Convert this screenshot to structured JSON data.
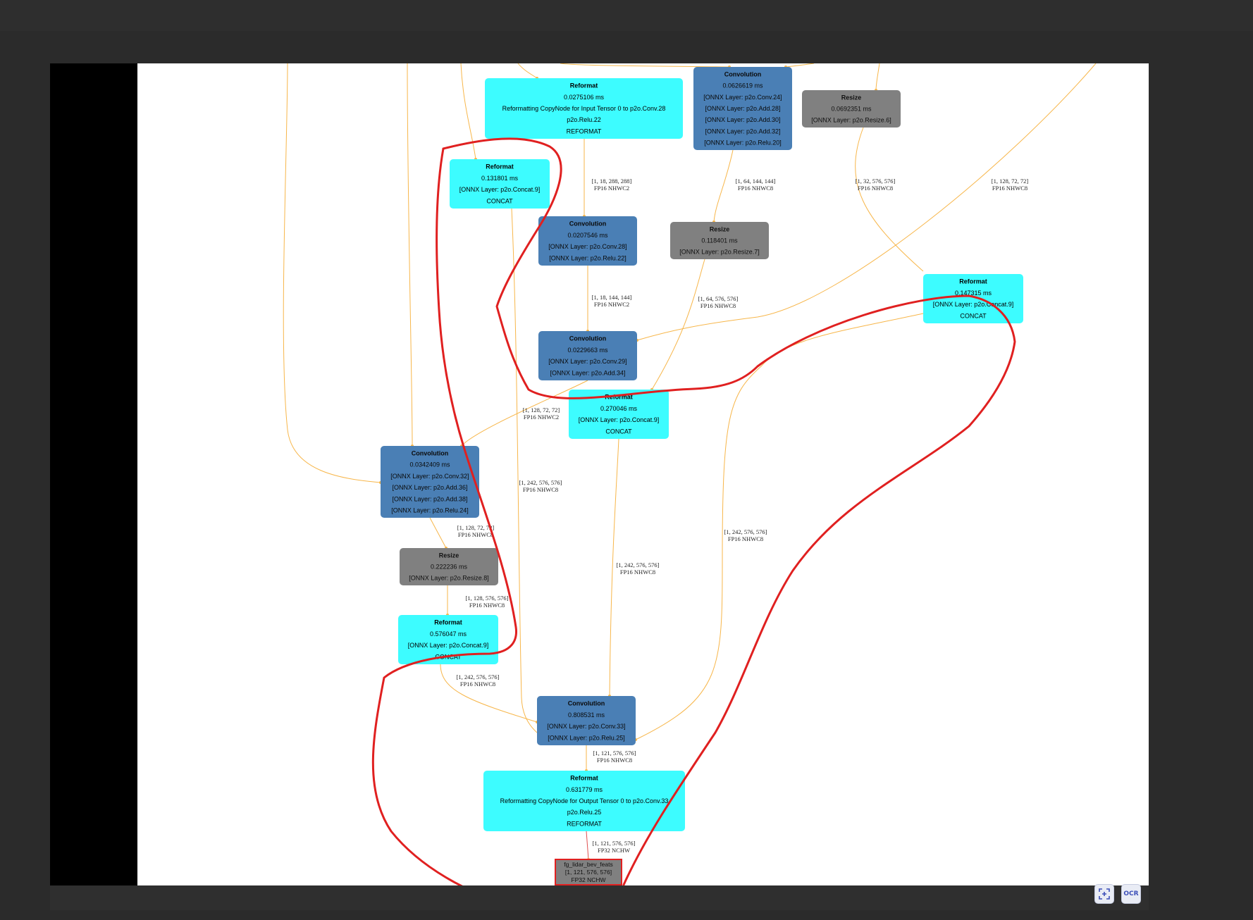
{
  "toolbar": {
    "scan_icon": "scan-icon",
    "ocr_label": "OCR"
  },
  "nodes": [
    {
      "name": "reformat-node-input",
      "title": "Reformat",
      "lines": [
        "0.0275106 ms",
        "Reformatting CopyNode for Input Tensor 0 to p2o.Conv.28",
        "p2o.Relu.22",
        "REFORMAT"
      ],
      "color": "#3dfcff"
    },
    {
      "name": "convolution-node-24",
      "title": "Convolution",
      "lines": [
        "0.0626619 ms",
        "[ONNX Layer: p2o.Conv.24]",
        "[ONNX Layer: p2o.Add.28]",
        "[ONNX Layer: p2o.Add.30]",
        "[ONNX Layer: p2o.Add.32]",
        "[ONNX Layer: p2o.Relu.20]"
      ],
      "color": "#4a7fb5"
    },
    {
      "name": "resize-node-6",
      "title": "Resize",
      "lines": [
        "0.0692351 ms",
        "[ONNX Layer: p2o.Resize.6]"
      ],
      "color": "#808080"
    },
    {
      "name": "reformat-node-concat-a",
      "title": "Reformat",
      "lines": [
        "0.131801 ms",
        "[ONNX Layer: p2o.Concat.9]",
        "CONCAT"
      ],
      "color": "#3dfcff"
    },
    {
      "name": "convolution-node-28",
      "title": "Convolution",
      "lines": [
        "0.0207546 ms",
        "[ONNX Layer: p2o.Conv.28]",
        "[ONNX Layer: p2o.Relu.22]"
      ],
      "color": "#4a7fb5"
    },
    {
      "name": "resize-node-7",
      "title": "Resize",
      "lines": [
        "0.118401 ms",
        "[ONNX Layer: p2o.Resize.7]"
      ],
      "color": "#808080"
    },
    {
      "name": "reformat-node-concat-b",
      "title": "Reformat",
      "lines": [
        "0.147315 ms",
        "[ONNX Layer: p2o.Concat.9]",
        "CONCAT"
      ],
      "color": "#3dfcff"
    },
    {
      "name": "convolution-node-29",
      "title": "Convolution",
      "lines": [
        "0.0229663 ms",
        "[ONNX Layer: p2o.Conv.29]",
        "[ONNX Layer: p2o.Add.34]"
      ],
      "color": "#4a7fb5"
    },
    {
      "name": "reformat-node-concat-c",
      "title": "Reformat",
      "lines": [
        "0.270046 ms",
        "[ONNX Layer: p2o.Concat.9]",
        "CONCAT"
      ],
      "color": "#3dfcff"
    },
    {
      "name": "convolution-node-32",
      "title": "Convolution",
      "lines": [
        "0.0342409 ms",
        "[ONNX Layer: p2o.Conv.32]",
        "[ONNX Layer: p2o.Add.36]",
        "[ONNX Layer: p2o.Add.38]",
        "[ONNX Layer: p2o.Relu.24]"
      ],
      "color": "#4a7fb5"
    },
    {
      "name": "resize-node-8",
      "title": "Resize",
      "lines": [
        "0.222236 ms",
        "[ONNX Layer: p2o.Resize.8]"
      ],
      "color": "#808080"
    },
    {
      "name": "reformat-node-concat-d",
      "title": "Reformat",
      "lines": [
        "0.576047 ms",
        "[ONNX Layer: p2o.Concat.9]",
        "CONCAT"
      ],
      "color": "#3dfcff"
    },
    {
      "name": "convolution-node-33",
      "title": "Convolution",
      "lines": [
        "0.808531 ms",
        "[ONNX Layer: p2o.Conv.33]",
        "[ONNX Layer: p2o.Relu.25]"
      ],
      "color": "#4a7fb5"
    },
    {
      "name": "reformat-node-output",
      "title": "Reformat",
      "lines": [
        "0.631779 ms",
        "Reformatting CopyNode for Output Tensor 0 to p2o.Conv.33",
        "p2o.Relu.25",
        "REFORMAT"
      ],
      "color": "#3dfcff"
    }
  ],
  "output_node": {
    "name": "output-tensor-node",
    "lines": [
      "fg_lidar_bev_feats",
      "[1, 121, 576, 576]",
      "FP32 NCHW"
    ],
    "color": "#808080",
    "border": "#e02020"
  },
  "edge_labels": [
    {
      "name": "edge-label-1",
      "lines": [
        "[1, 18, 288, 288]",
        "FP16 NHWC2"
      ]
    },
    {
      "name": "edge-label-2",
      "lines": [
        "[1, 64, 144, 144]",
        "FP16 NHWC8"
      ]
    },
    {
      "name": "edge-label-3",
      "lines": [
        "[1, 32, 576, 576]",
        "FP16 NHWC8"
      ]
    },
    {
      "name": "edge-label-4",
      "lines": [
        "[1, 128, 72, 72]",
        "FP16 NHWC8"
      ]
    },
    {
      "name": "edge-label-5",
      "lines": [
        "[1, 18, 144, 144]",
        "FP16 NHWC2"
      ]
    },
    {
      "name": "edge-label-6",
      "lines": [
        "[1, 64, 576, 576]",
        "FP16 NHWC8"
      ]
    },
    {
      "name": "edge-label-7",
      "lines": [
        "[1, 128, 72, 72]",
        "FP16 NHWC2"
      ]
    },
    {
      "name": "edge-label-8",
      "lines": [
        "[1, 242, 576, 576]",
        "FP16 NHWC8"
      ]
    },
    {
      "name": "edge-label-9",
      "lines": [
        "[1, 242, 576, 576]",
        "FP16 NHWC8"
      ]
    },
    {
      "name": "edge-label-10",
      "lines": [
        "[1, 128, 72, 72]",
        "FP16 NHWC8"
      ]
    },
    {
      "name": "edge-label-11",
      "lines": [
        "[1, 242, 576, 576]",
        "FP16 NHWC8"
      ]
    },
    {
      "name": "edge-label-12",
      "lines": [
        "[1, 128, 576, 576]",
        "FP16 NHWC8"
      ]
    },
    {
      "name": "edge-label-13",
      "lines": [
        "[1, 242, 576, 576]",
        "FP16 NHWC8"
      ]
    },
    {
      "name": "edge-label-14",
      "lines": [
        "[1, 121, 576, 576]",
        "FP16 NHWC8"
      ]
    },
    {
      "name": "edge-label-15",
      "lines": [
        "[1, 121, 576, 576]",
        "FP32 NCHW"
      ]
    }
  ],
  "colors": {
    "edge": "#f7b64a",
    "final_edge": "#e05050",
    "annotation": "#e02020",
    "reformat": "#3dfcff",
    "convolution": "#4a7fb5",
    "resize": "#808080"
  }
}
